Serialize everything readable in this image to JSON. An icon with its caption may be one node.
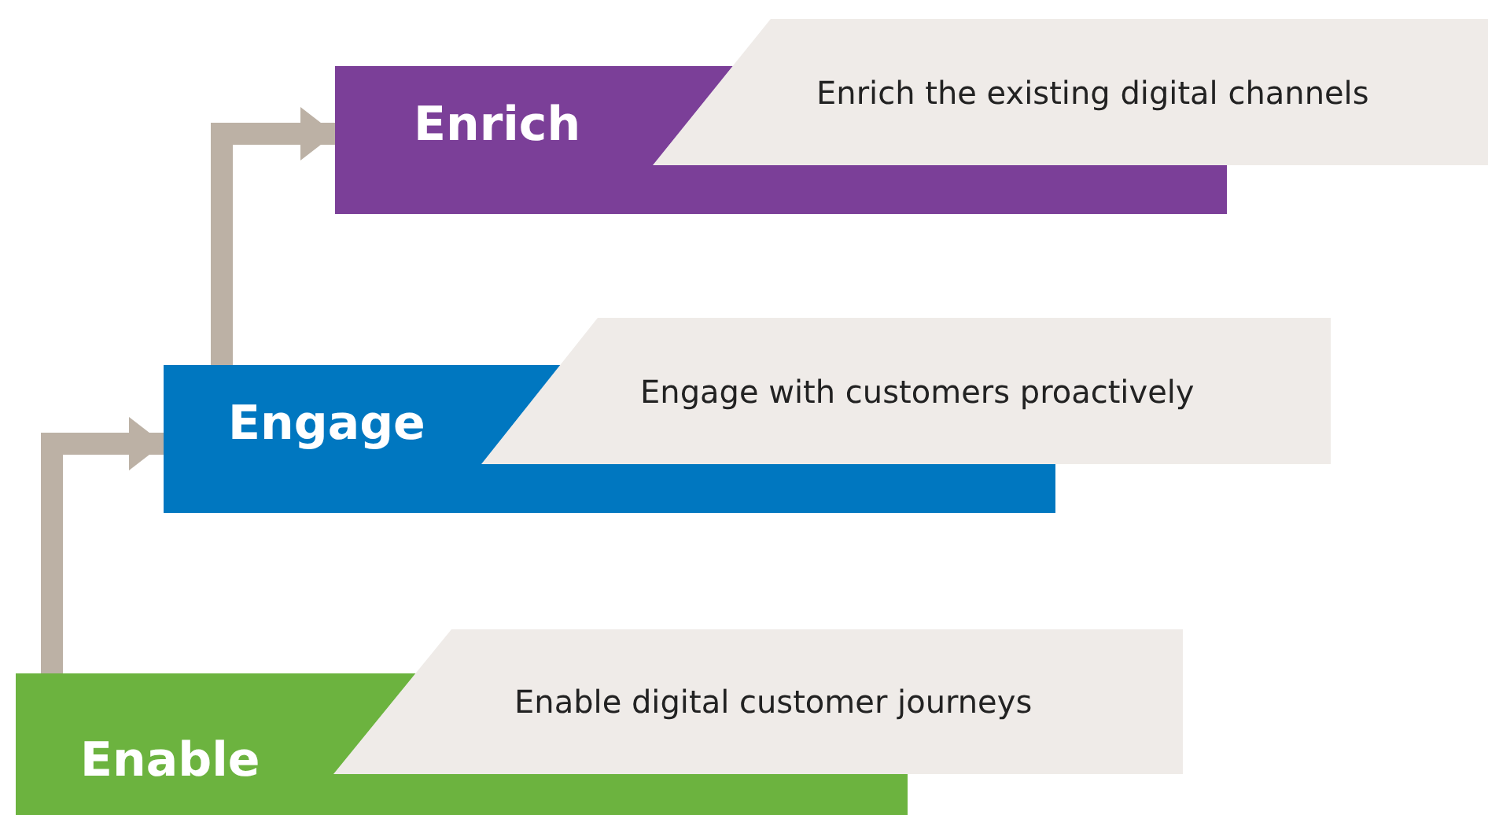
{
  "diagram": {
    "nodes": [
      {
        "text": [
          "Enrich"
        ]
      },
      {
        "text": [
          "Enrich the existing digital channels"
        ]
      },
      {
        "text": [
          "Engage"
        ]
      },
      {
        "text": [
          "Engage with customers proactively"
        ]
      },
      {
        "text": [
          "Enable"
        ]
      },
      {
        "text": [
          "Enable digital customer journeys"
        ]
      }
    ],
    "edges": [
      {
        "from": 4,
        "to": 2,
        "arrow": "to"
      },
      {
        "from": 2,
        "to": 0,
        "arrow": "to"
      }
    ]
  }
}
